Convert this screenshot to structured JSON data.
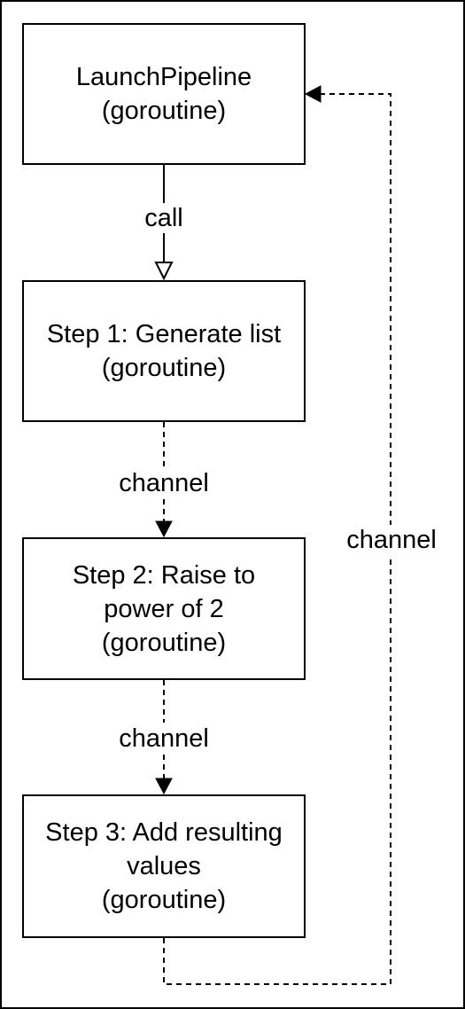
{
  "nodes": {
    "launch": {
      "line1": "LaunchPipeline",
      "line2": "(goroutine)"
    },
    "step1": {
      "line1": "Step 1: Generate list",
      "line2": "(goroutine)"
    },
    "step2": {
      "line1": "Step 2: Raise to",
      "line2": "power of 2",
      "line3": "(goroutine)"
    },
    "step3": {
      "line1": "Step 3: Add resulting",
      "line2": "values",
      "line3": "(goroutine)"
    }
  },
  "edges": {
    "call": "call",
    "channel_1_2": "channel",
    "channel_2_3": "channel",
    "channel_return": "channel"
  },
  "colors": {
    "stroke": "#000000",
    "background": "#ffffff"
  }
}
